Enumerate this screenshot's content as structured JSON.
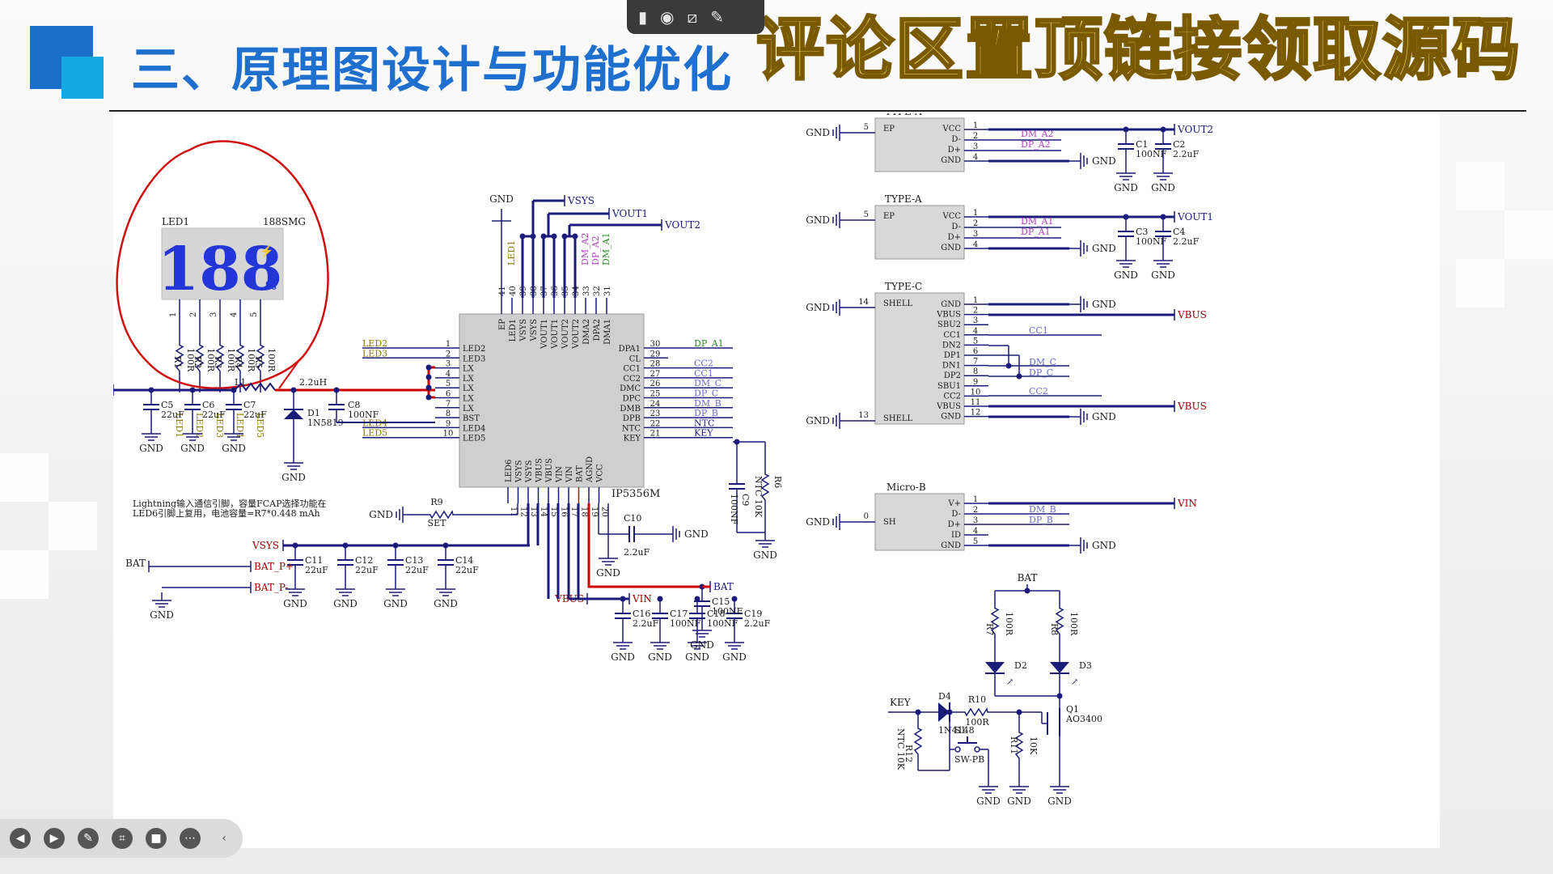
{
  "slide": {
    "title": "三、原理图设计与功能优化",
    "banner": "评论区置顶链接领取源码"
  },
  "toolbar": {
    "icons": [
      "signal-icon",
      "record-icon",
      "screen-icon",
      "pen-icon"
    ]
  },
  "player": {
    "icons": [
      "prev-icon",
      "next-icon",
      "pen-icon",
      "capture-icon",
      "camera-icon",
      "more-icon",
      "collapse-icon"
    ]
  },
  "colors": {
    "wire": "#1b1b7a",
    "power": "#cc0000",
    "label_gold": "#8a7a00",
    "label_purple": "#b040c0",
    "label_blue": "#6a6ad0",
    "label_green": "#2a8a2a",
    "annot": "#d01010"
  },
  "schematic": {
    "led_display": {
      "ref": "LED1",
      "part": "188SMG",
      "digits": "188",
      "pct": "%",
      "pins": [
        "1",
        "2",
        "3",
        "4",
        "5"
      ],
      "resistors": [
        {
          "ref": "R1",
          "val": "100R",
          "net": "LED1"
        },
        {
          "ref": "R2",
          "val": "100R",
          "net": "LED2"
        },
        {
          "ref": "R3",
          "val": "100R",
          "net": "LED3"
        },
        {
          "ref": "R4",
          "val": "100R",
          "net": "LED4"
        },
        {
          "ref": "R5",
          "val": "100R",
          "net": "LED5"
        }
      ]
    },
    "ic": {
      "ref": "IP5356M",
      "top_pins": [
        {
          "n": "41",
          "name": "EP"
        },
        {
          "n": "40",
          "name": "LED1"
        },
        {
          "n": "39",
          "name": "VSYS"
        },
        {
          "n": "38",
          "name": "VSYS"
        },
        {
          "n": "37",
          "name": "VOUT1"
        },
        {
          "n": "36",
          "name": "VOUT1"
        },
        {
          "n": "35",
          "name": "VOUT2"
        },
        {
          "n": "34",
          "name": "VOUT2"
        },
        {
          "n": "33",
          "name": "DMA2"
        },
        {
          "n": "32",
          "name": "DPA2"
        },
        {
          "n": "31",
          "name": "DMA1"
        }
      ],
      "left_pins": [
        {
          "n": "1",
          "name": "LED2",
          "net": "LED2"
        },
        {
          "n": "2",
          "name": "LED3",
          "net": "LED3"
        },
        {
          "n": "3",
          "name": "LX"
        },
        {
          "n": "4",
          "name": "LX"
        },
        {
          "n": "5",
          "name": "LX"
        },
        {
          "n": "6",
          "name": "LX"
        },
        {
          "n": "7",
          "name": "LX"
        },
        {
          "n": "8",
          "name": "BST"
        },
        {
          "n": "9",
          "name": "LED4",
          "net": "LED4"
        },
        {
          "n": "10",
          "name": "LED5",
          "net": "LED5"
        }
      ],
      "right_pins": [
        {
          "n": "30",
          "name": "DPA1",
          "net": "DP_A1"
        },
        {
          "n": "29",
          "name": "CL",
          "net": ""
        },
        {
          "n": "28",
          "name": "CC1",
          "net": "CC2"
        },
        {
          "n": "27",
          "name": "CC2",
          "net": "CC1"
        },
        {
          "n": "26",
          "name": "DMC",
          "net": "DM_C"
        },
        {
          "n": "25",
          "name": "DPC",
          "net": "DP_C"
        },
        {
          "n": "24",
          "name": "DMB",
          "net": "DM_B"
        },
        {
          "n": "23",
          "name": "DPB",
          "net": "DP_B"
        },
        {
          "n": "22",
          "name": "NTC",
          "net": "NTC"
        },
        {
          "n": "21",
          "name": "KEY",
          "net": "KEY"
        }
      ],
      "bottom_pins": [
        {
          "n": "11",
          "name": "LED6"
        },
        {
          "n": "12",
          "name": "VSYS"
        },
        {
          "n": "13",
          "name": "VSYS"
        },
        {
          "n": "14",
          "name": "VBUS"
        },
        {
          "n": "15",
          "name": "VBUS"
        },
        {
          "n": "16",
          "name": "VIN"
        },
        {
          "n": "17",
          "name": "VIN"
        },
        {
          "n": "18",
          "name": "BAT"
        },
        {
          "n": "19",
          "name": "AGND"
        },
        {
          "n": "20",
          "name": "VCC"
        }
      ],
      "top_nets": [
        "LED1",
        "DM_A2",
        "DP_A2",
        "DM_A1"
      ]
    },
    "nets": {
      "vsys": "VSYS",
      "vout1": "VOUT1",
      "vout2": "VOUT2",
      "gnd": "GND",
      "bat": "BAT",
      "vbus": "VBUS",
      "vin": "VIN",
      "key": "KEY",
      "batp": "BAT_P+",
      "batn": "BAT_P-"
    },
    "input_caps": [
      {
        "ref": "C5",
        "val": "22uF"
      },
      {
        "ref": "C6",
        "val": "22uF"
      },
      {
        "ref": "C7",
        "val": "22uF"
      }
    ],
    "inductor": {
      "ref": "L1",
      "val": "2.2uH"
    },
    "diode1": {
      "ref": "D1",
      "val": "1N5819"
    },
    "c8": {
      "ref": "C8",
      "val": "100NF"
    },
    "c9": {
      "ref": "C9",
      "val": "100NF"
    },
    "r6": {
      "ref": "R6",
      "val": "NTC 10K"
    },
    "r9": {
      "ref": "R9",
      "val": "SET"
    },
    "c10": {
      "ref": "C10",
      "val": "2.2uF"
    },
    "note_line1": "Lightning输入通信引脚，容量FCAP选择功能在",
    "note_line2": "LED6引脚上复用，电池容量=R7*0.448 mAh",
    "vsys_caps": [
      {
        "ref": "C11",
        "val": "22uF"
      },
      {
        "ref": "C12",
        "val": "22uF"
      },
      {
        "ref": "C13",
        "val": "22uF"
      },
      {
        "ref": "C14",
        "val": "22uF"
      }
    ],
    "vbus_caps": [
      {
        "ref": "C16",
        "val": "2.2uF"
      },
      {
        "ref": "C17",
        "val": "100NF"
      },
      {
        "ref": "C18",
        "val": "100NF"
      },
      {
        "ref": "C19",
        "val": "2.2uF"
      }
    ],
    "c15": {
      "ref": "C15",
      "val": "100NF"
    },
    "type_a2": {
      "title": "TYPE-A",
      "pins_l": [
        "EP"
      ],
      "pins_r": [
        "VCC",
        "D-",
        "D+",
        "GND"
      ],
      "nums": [
        "1",
        "2",
        "3",
        "4"
      ],
      "ep": "5",
      "nets": [
        "DM_A2",
        "DP_A2"
      ],
      "caps": [
        {
          "ref": "C1",
          "val": "100NF"
        },
        {
          "ref": "C2",
          "val": "2.2uF"
        }
      ],
      "out": "VOUT2"
    },
    "type_a1": {
      "title": "TYPE-A",
      "pins_l": [
        "EP"
      ],
      "pins_r": [
        "VCC",
        "D-",
        "D+",
        "GND"
      ],
      "nums": [
        "1",
        "2",
        "3",
        "4"
      ],
      "ep": "5",
      "nets": [
        "DM_A1",
        "DP_A1"
      ],
      "caps": [
        {
          "ref": "C3",
          "val": "100NF"
        },
        {
          "ref": "C4",
          "val": "2.2uF"
        }
      ],
      "out": "VOUT1"
    },
    "type_c": {
      "title": "TYPE-C",
      "pins_r": [
        "GND",
        "VBUS",
        "SBU2",
        "CC1",
        "DN2",
        "DP1",
        "DN1",
        "DP2",
        "SBU1",
        "CC2",
        "VBUS",
        "GND"
      ],
      "nums": [
        "1",
        "2",
        "3",
        "4",
        "5",
        "6",
        "7",
        "8",
        "9",
        "10",
        "11",
        "12"
      ],
      "shell_top": "14",
      "shell_bot": "13",
      "shell": "SHELL",
      "nets": {
        "cc1": "CC1",
        "dmc": "DM_C",
        "dpc": "DP_C",
        "cc2": "CC2"
      }
    },
    "micro_b": {
      "title": "Micro-B",
      "pins_r": [
        "V+",
        "D-",
        "D+",
        "ID",
        "GND"
      ],
      "nums": [
        "1",
        "2",
        "3",
        "4",
        "5"
      ],
      "sh": "SH",
      "shn": "0",
      "nets": [
        "DM_B",
        "DP_B"
      ]
    },
    "led_circuit": {
      "r7": {
        "ref": "R7",
        "val": "100R"
      },
      "r8": {
        "ref": "R8",
        "val": "100R"
      },
      "d2": "D2",
      "d3": "D3",
      "q1": {
        "ref": "Q1",
        "val": "AO3400"
      },
      "d4": {
        "ref": "D4",
        "val": "1N4148"
      },
      "r10": {
        "ref": "R10",
        "val": "100R"
      },
      "r11": {
        "ref": "R11",
        "val": "10K"
      },
      "r12": {
        "ref": "R12",
        "val": "NTC 10K"
      },
      "s1": {
        "ref": "S1",
        "val": "SW-PB"
      }
    }
  }
}
